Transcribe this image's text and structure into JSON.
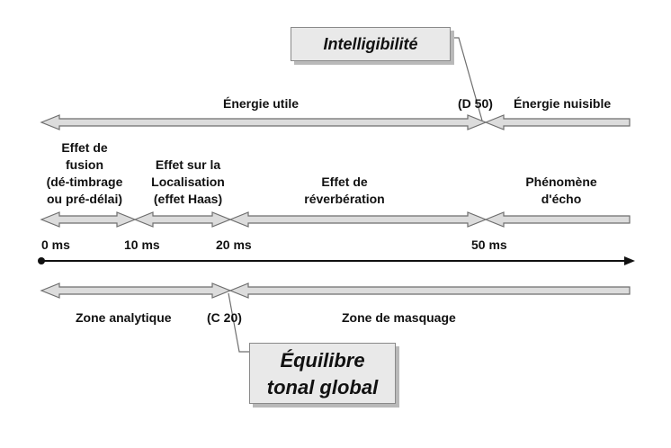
{
  "boxes": {
    "intelligibility": "Intelligibilité",
    "tonal_balance": [
      "Équilibre",
      "tonal global"
    ]
  },
  "energy": {
    "useful": "Énergie utile",
    "d50": "(D 50)",
    "harmful": "Énergie nuisible"
  },
  "effects": {
    "fusion": [
      "Effet de",
      "fusion",
      "(dé-timbrage",
      "ou pré-délai)"
    ],
    "localisation": [
      "Effet sur la",
      "Localisation",
      "(effet Haas)"
    ],
    "reverberation": [
      "Effet de",
      "réverbération"
    ],
    "echo": [
      "Phénomène",
      "d'écho"
    ]
  },
  "timeline": {
    "ticks": [
      "0 ms",
      "10 ms",
      "20 ms",
      "50 ms"
    ]
  },
  "zones": {
    "analytic": "Zone analytique",
    "c20": "(C 20)",
    "masking": "Zone de masquage"
  },
  "colors": {
    "arrow_fill": "#dcdcdc",
    "arrow_stroke": "#6e6e6e",
    "box_fill": "#e9e9e9",
    "axis": "#111111"
  }
}
